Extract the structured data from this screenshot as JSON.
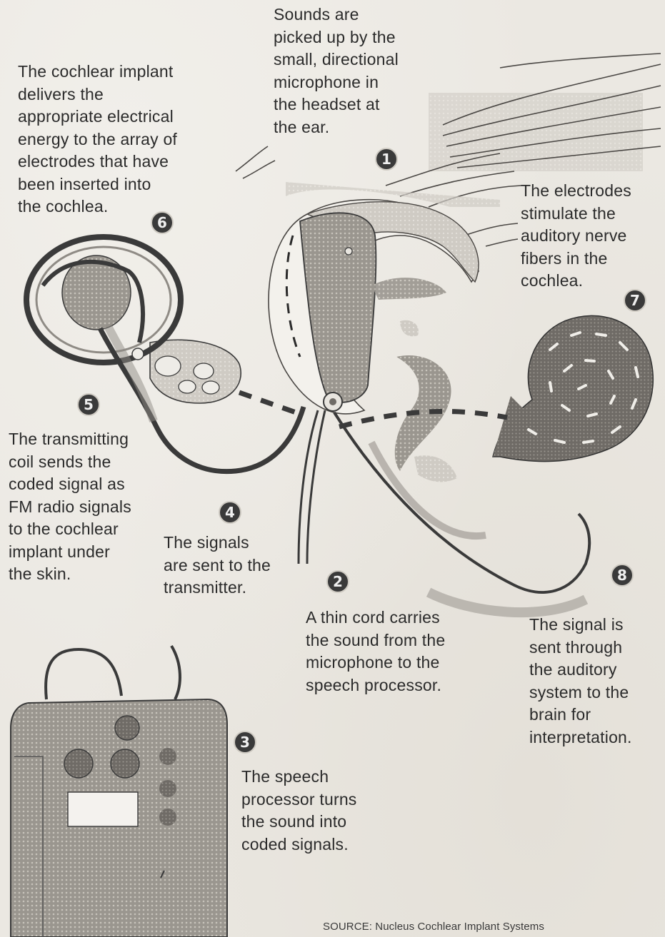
{
  "steps": [
    {
      "number": "1",
      "text": "Sounds are\npicked up by the\nsmall, directional\nmicrophone in\nthe headset at\nthe ear."
    },
    {
      "number": "2",
      "text": "A thin cord carries\nthe sound from the\nmicrophone to the\nspeech processor."
    },
    {
      "number": "3",
      "text": "The speech\nprocessor turns\nthe sound into\ncoded signals."
    },
    {
      "number": "4",
      "text": "The signals\nare sent to the\ntransmitter."
    },
    {
      "number": "5",
      "text": "The transmitting\ncoil sends the\ncoded signal as\nFM radio signals\nto the cochlear\nimplant under\nthe skin."
    },
    {
      "number": "6",
      "text": "The cochlear implant\ndelivers the\nappropriate electrical\nenergy to the array of\nelectrodes that have\nbeen inserted into\nthe cochlea."
    },
    {
      "number": "7",
      "text": "The electrodes\nstimulate the\nauditory nerve\nfibers in the\ncochlea."
    },
    {
      "number": "8",
      "text": "The signal is\nsent through\nthe auditory\nsystem to the\nbrain for\ninterpretation."
    }
  ],
  "source": "SOURCE: Nucleus Cochlear Implant Systems",
  "colors": {
    "background": "#ebe8e2",
    "ink": "#2b2b2b",
    "badge": "#3a3a3a",
    "shade": "#8f8b85"
  }
}
